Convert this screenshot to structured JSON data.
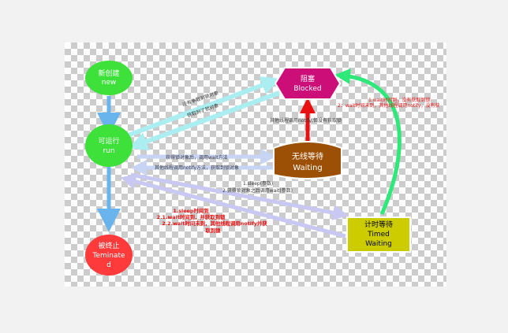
{
  "nodes": {
    "new": {
      "line1": "新创建",
      "line2": "new",
      "color": "#3ee03a"
    },
    "run": {
      "line1": "可运行",
      "line2": "run",
      "color": "#3ee03a"
    },
    "terminated": {
      "line1": "被终止",
      "line2": "Teminate",
      "line3": "d",
      "color": "#ff3a3a"
    },
    "blocked": {
      "line1": "阻塞",
      "line2": "Blocked",
      "color": "#cc0e78"
    },
    "waiting": {
      "line1": "无线等待",
      "line2": "Waiting",
      "color": "#9c5006"
    },
    "timed": {
      "line1": "计时等待",
      "line2": "Timed",
      "line3": "Waiting",
      "color": "#cccc00"
    }
  },
  "edges": {
    "run_to_blocked": "没有争取到锁对象",
    "blocked_to_run": "获取到了锁对象",
    "waiting_to_blocked": "其他线程调用notify,但没有获取锁",
    "run_to_waiting": "获得锁对象后，调用wait方法",
    "waiting_to_run": "其他线程调用notify方法，获取到锁对象",
    "run_to_timed_1": "1.sleep(参数)",
    "run_to_timed_2": "2.获得锁对象之后调用wait(参数)",
    "timed_to_run_1": "1.sleep时间到",
    "timed_to_run_2": "2.1.wait时间到，并获取到锁",
    "timed_to_run_3": "2.2.wait时间未到，其他线程调用notify并获",
    "timed_to_run_4": "取到锁",
    "timed_to_blocked_1": "1.wait时间到，没有获取到锁",
    "timed_to_blocked_2": "2：wait时间未到，其他线程调用notify，没有获"
  },
  "colors": {
    "blue_arrow": "#6ab4ee",
    "cyan_arrow": "#aaeef2",
    "light_arrow": "#c8d4f4",
    "lavender_arrow": "#c8c8f2",
    "red_arrow": "#e81010",
    "green_arrow": "#2ee87a"
  }
}
